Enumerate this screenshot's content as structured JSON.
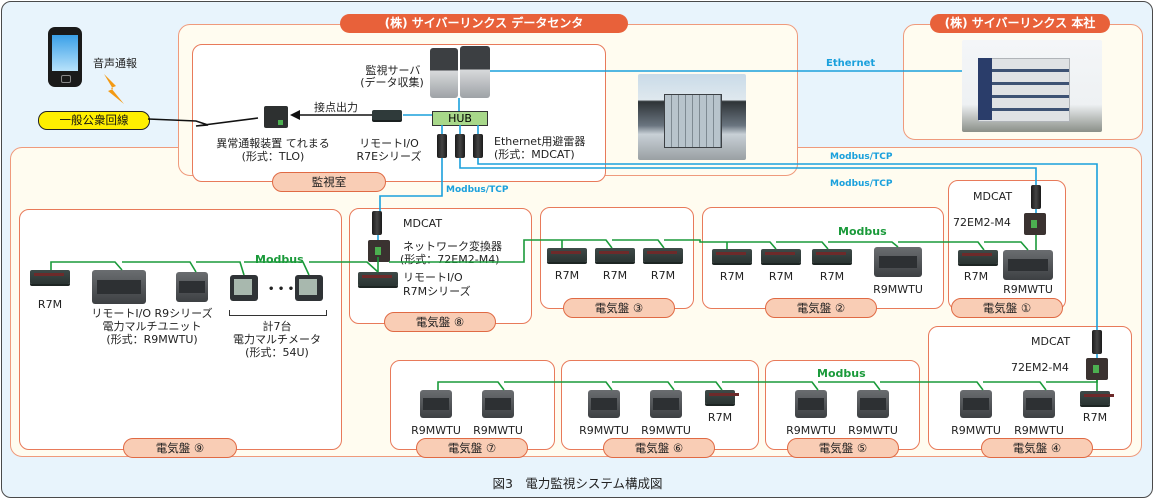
{
  "caption": "図3　電力監視システム構成図",
  "colors": {
    "ethernet_line": "#1aa0dc",
    "modbus_line": "#1a9a3a",
    "region_border": "#ef9a7c",
    "header_pill": "#e8613a",
    "tag_fill": "#f9cdb5",
    "hub_fill": "#a8d88a",
    "public_line_fill": "#ffef00"
  },
  "regions": {
    "datacenter_title": "(株) サイバーリンクス データセンタ",
    "hq_title": "(株) サイバーリンクス 本社"
  },
  "external": {
    "phone_icon": "smartphone-icon",
    "voice_label": "音声通報",
    "lightning_icon": "lightning-icon",
    "public_line_label": "一般公衆回線"
  },
  "monitor_room": {
    "tag": "監視室",
    "server_label_1": "監視サーバ",
    "server_label_2": "(データ収集)",
    "contact_output": "接点出力",
    "tlo_label_1": "異常通報装置 てれまる",
    "tlo_label_2": "(形式：TLO)",
    "remote_io_1": "リモートI/O",
    "remote_io_2": "R7Eシリーズ",
    "hub_label": "HUB",
    "arrester_1": "Ethernet用避雷器",
    "arrester_2": "(形式：MDCAT)"
  },
  "links": {
    "ethernet": "Ethernet",
    "modbus_tcp_1": "Modbus/TCP",
    "modbus_tcp_2": "Modbus/TCP",
    "modbus_tcp_3": "Modbus/TCP",
    "modbus_1": "Modbus",
    "modbus_2": "Modbus",
    "modbus_3": "Modbus"
  },
  "panels": {
    "p9": {
      "tag": "電気盤 ⑨",
      "r7m": "R7M",
      "r9_label_1": "リモートI/O R9シリーズ",
      "r9_label_2": "電力マルチユニット",
      "r9_label_3": "(形式：R9MWTU)",
      "ellipsis": "• • •",
      "count": "計7台",
      "meter_label_1": "電力マルチメータ",
      "meter_label_2": "(形式：54U)"
    },
    "p8": {
      "tag": "電気盤 ⑧",
      "mdcat": "MDCAT",
      "conv_1": "ネットワーク変換器",
      "conv_2": "(形式：72EM2-M4)",
      "rio_1": "リモートI/O",
      "rio_2": "R7Mシリーズ"
    },
    "p3": {
      "tag": "電気盤 ③",
      "devices": [
        "R7M",
        "R7M",
        "R7M"
      ]
    },
    "p2": {
      "tag": "電気盤 ②",
      "devices": [
        "R7M",
        "R7M",
        "R7M",
        "R9MWTU"
      ]
    },
    "p1": {
      "tag": "電気盤 ①",
      "mdcat": "MDCAT",
      "conv": "72EM2-M4",
      "devices": [
        "R7M",
        "R9MWTU"
      ]
    },
    "p7": {
      "tag": "電気盤 ⑦",
      "devices": [
        "R9MWTU",
        "R9MWTU"
      ]
    },
    "p6": {
      "tag": "電気盤 ⑥",
      "devices": [
        "R9MWTU",
        "R9MWTU",
        "R7M"
      ]
    },
    "p5": {
      "tag": "電気盤 ⑤",
      "devices": [
        "R9MWTU",
        "R9MWTU"
      ]
    },
    "p4": {
      "tag": "電気盤 ④",
      "mdcat": "MDCAT",
      "conv": "72EM2-M4",
      "devices": [
        "R9MWTU",
        "R9MWTU",
        "R7M"
      ]
    }
  }
}
